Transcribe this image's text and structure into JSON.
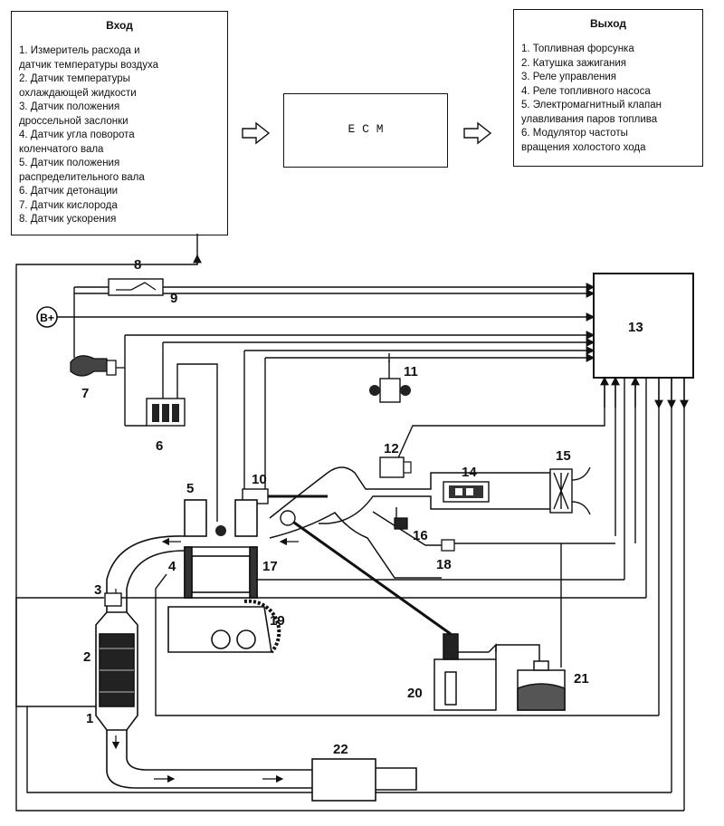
{
  "input_box": {
    "title": "Вход",
    "items": [
      "1. Измеритель расхода и",
      "датчик температуры воздуха",
      "2. Датчик температуры",
      "охлаждающей жидкости",
      "3. Датчик положения",
      "дроссельной заслонки",
      "4. Датчик угла поворота",
      "коленчатого вала",
      "5. Датчик положения",
      "распределительного вала",
      "6. Датчик детонации",
      "7. Датчик кислорода",
      "8. Датчик ускорения"
    ]
  },
  "ecm_box": {
    "label": "E C M"
  },
  "output_box": {
    "title": "Выход",
    "items": [
      "1. Топливная форсунка",
      "2. Катушка зажигания",
      "3. Реле управления",
      "4. Реле топливного насоса",
      "5. Электромагнитный клапан",
      "улавливания паров топлива",
      "6. Модулятор частоты",
      "вращения холостого хода"
    ]
  },
  "battery_label": "B+",
  "callouts": [
    "1",
    "2",
    "3",
    "4",
    "5",
    "6",
    "7",
    "8",
    "9",
    "10",
    "11",
    "12",
    "13",
    "14",
    "15",
    "16",
    "17",
    "18",
    "19",
    "20",
    "21",
    "22"
  ]
}
